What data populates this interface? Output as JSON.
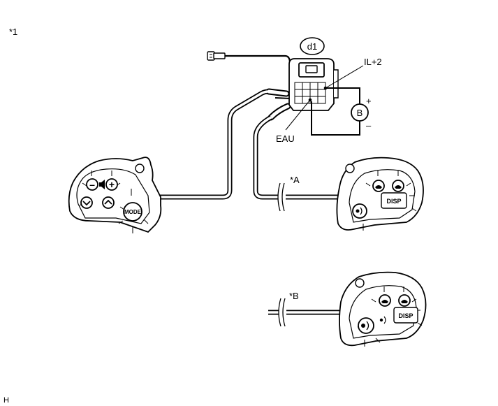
{
  "figure_ref": "*1",
  "corner_mark": "H",
  "connector": {
    "id": "d1",
    "pin_il2": "IL+2",
    "pin_eau": "EAU"
  },
  "battery": {
    "symbol": "B",
    "plus": "+",
    "minus": "–"
  },
  "callouts": {
    "a": "*A",
    "b": "*B"
  },
  "switch_left": {
    "mode_label": "MODE",
    "minus_glyph": "–",
    "plus_glyph": "+"
  },
  "switch_right": {
    "disp_label": "DISP"
  },
  "switch_bottom": {
    "disp_label": "DISP"
  }
}
